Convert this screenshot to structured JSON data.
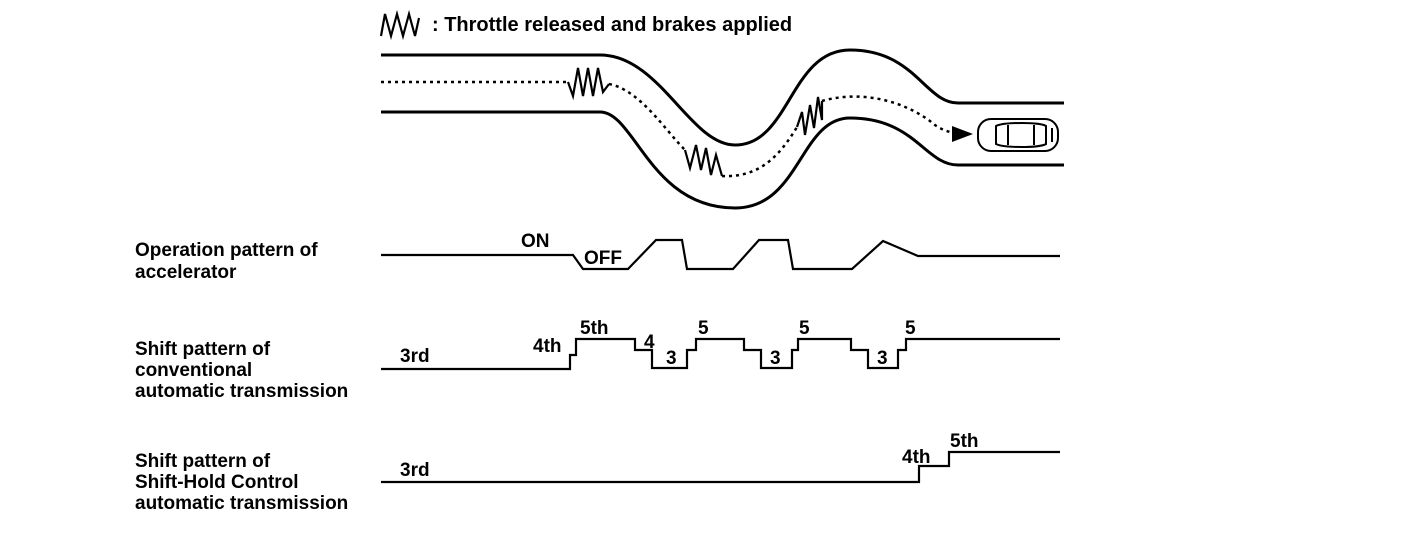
{
  "legend": {
    "icon": "zigzag-brake-icon",
    "text": ": Throttle released and brakes applied"
  },
  "accelerator": {
    "label_lines": [
      "Operation pattern of",
      "accelerator"
    ],
    "on_label": "ON",
    "off_label": "OFF"
  },
  "conventional": {
    "label_lines": [
      "Shift pattern of",
      "conventional",
      "automatic transmission"
    ],
    "gears": [
      "3rd",
      "4th",
      "5th",
      "4",
      "3",
      "5",
      "3",
      "5",
      "3",
      "5"
    ]
  },
  "shift_hold": {
    "label_lines": [
      "Shift pattern of",
      "Shift-Hold Control",
      "automatic transmission"
    ],
    "gears": [
      "3rd",
      "4th",
      "5th"
    ]
  },
  "icons": {
    "car": "car-top-view-icon",
    "arrow": "arrowhead-icon"
  }
}
